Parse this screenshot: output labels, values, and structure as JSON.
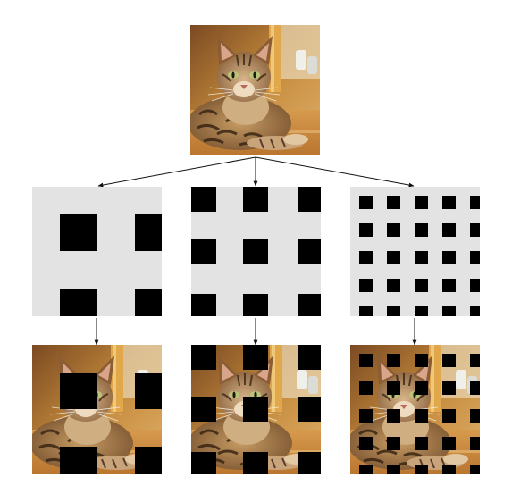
{
  "diagram": {
    "source_image": {
      "subject": "bengal-cat-photo"
    },
    "masks": [
      {
        "id": "coarse",
        "pattern": "sparse-large-squares"
      },
      {
        "id": "medium",
        "pattern": "grid-medium-squares"
      },
      {
        "id": "fine",
        "pattern": "dense-small-squares"
      }
    ],
    "colors": {
      "mask_background": "#e3e3e3",
      "mask_square": "#000000",
      "arrow": "#111111"
    }
  }
}
